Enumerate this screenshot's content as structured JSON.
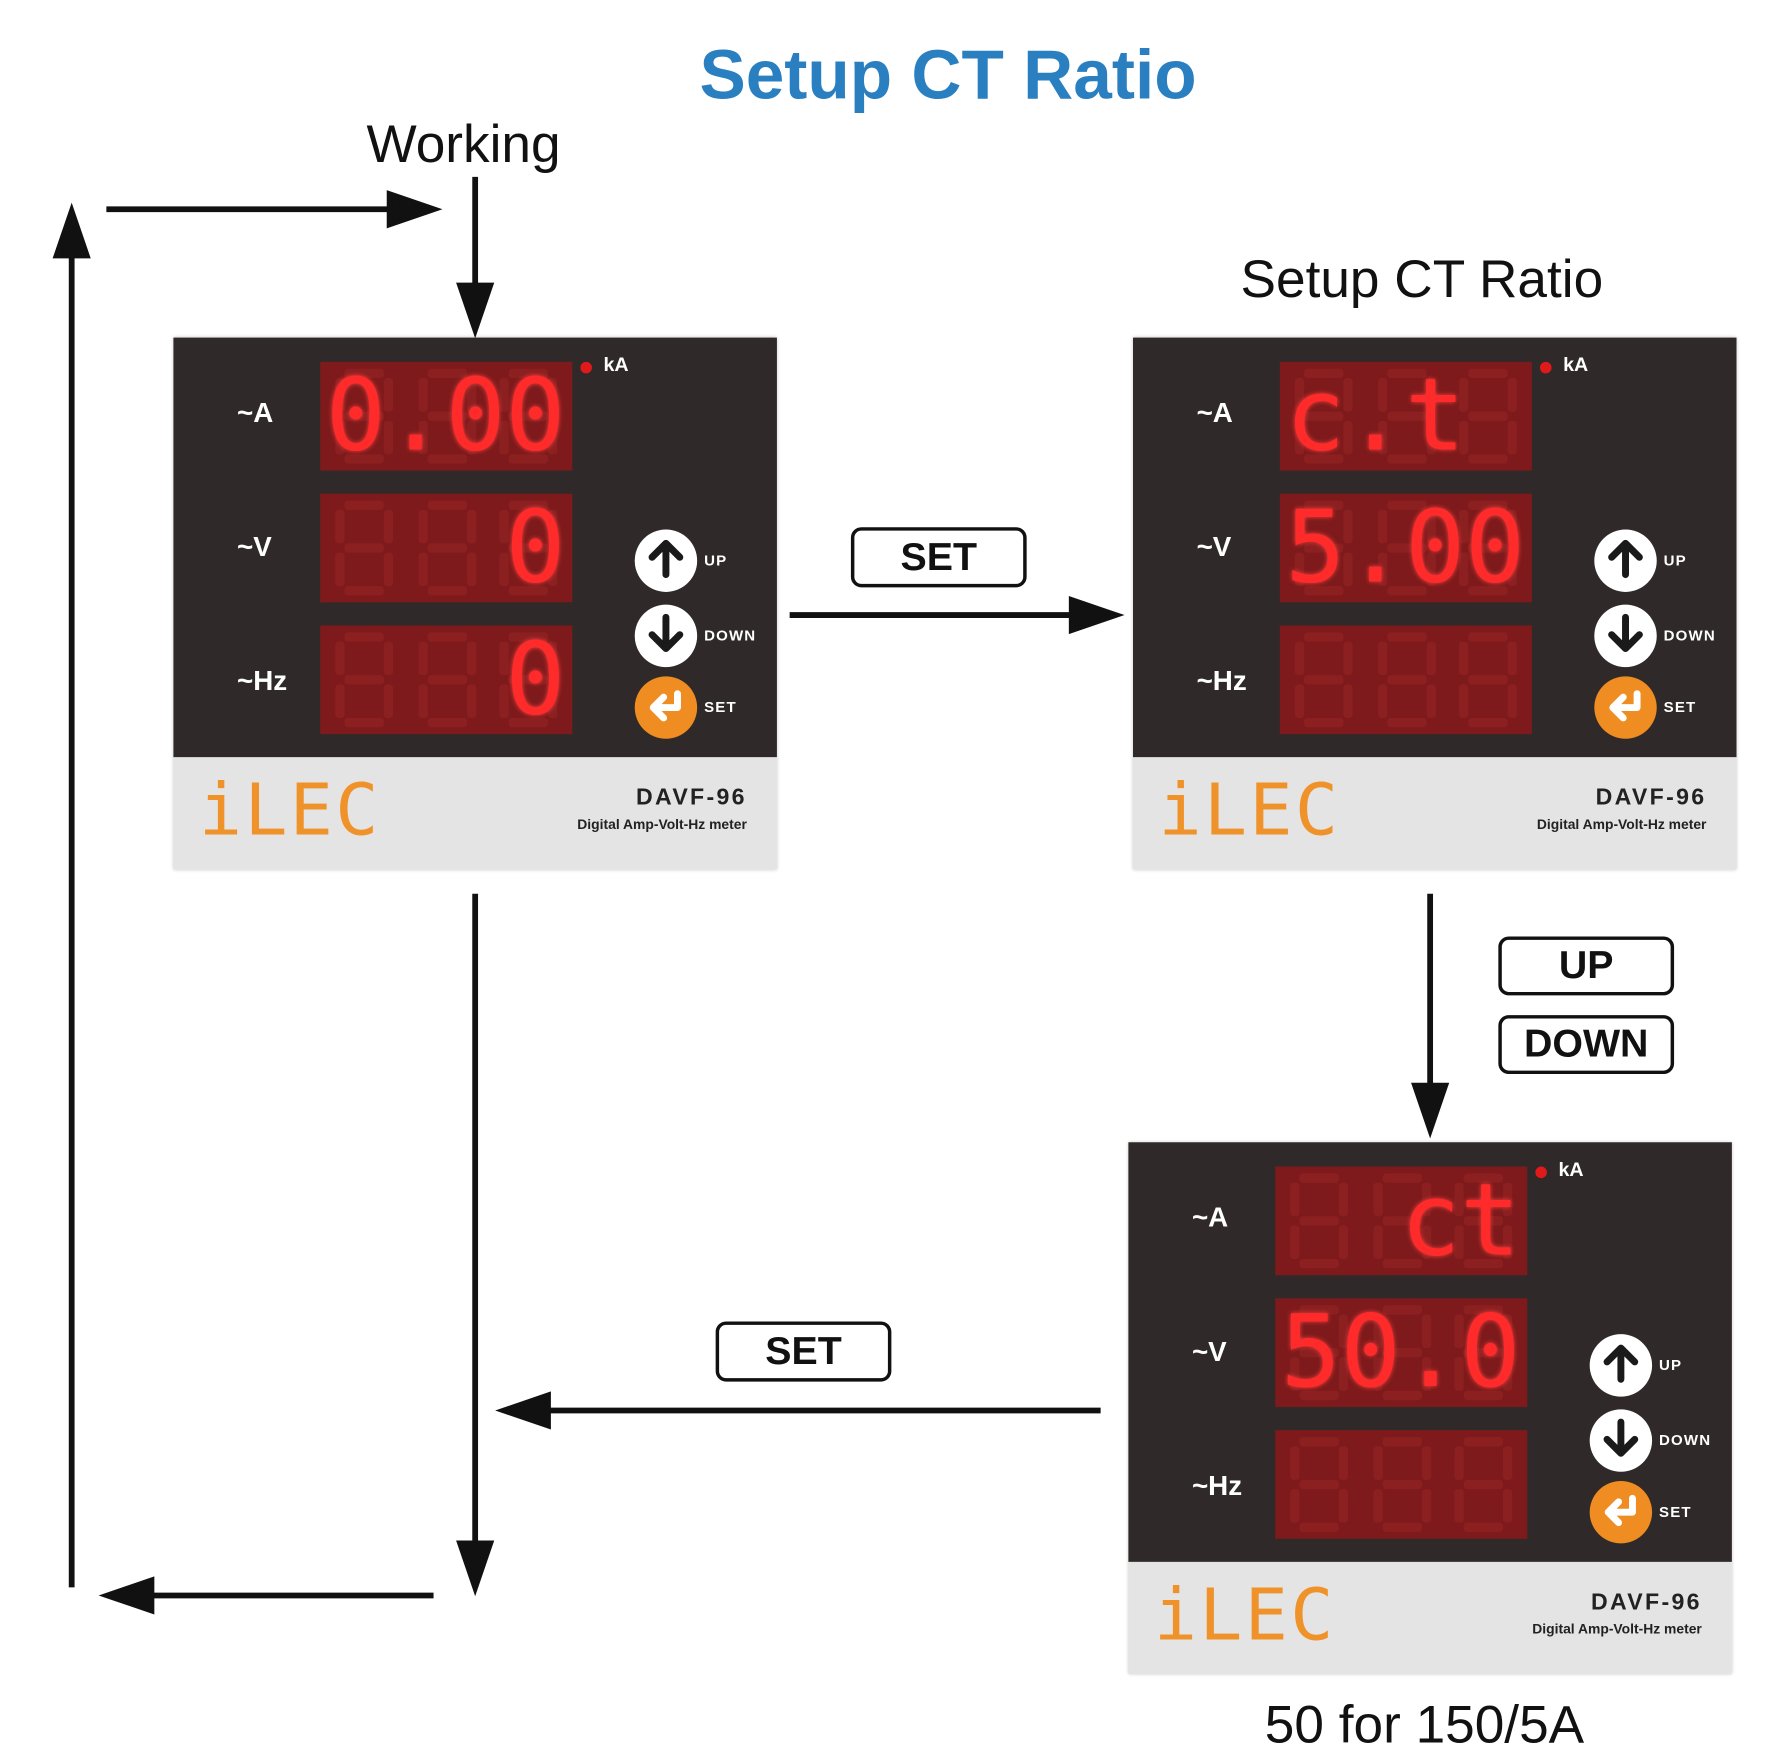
{
  "title": "Setup CT Ratio",
  "labels": {
    "working": "Working",
    "setup_ct_ratio": "Setup CT Ratio",
    "result_note": "50 for 150/5A"
  },
  "buttons": {
    "set_1": "SET",
    "up": "UP",
    "down": "DOWN",
    "set_2": "SET"
  },
  "colors": {
    "title": "#2a7fc1",
    "lit_segment": "#ff2b2b",
    "logo": "#f0922a",
    "set_key": "#ef8c22"
  },
  "meter": {
    "row_labels": [
      "~A",
      "~V",
      "~Hz"
    ],
    "unit_indicator": "kA",
    "keys": [
      "UP",
      "DOWN",
      "SET"
    ],
    "brand": "iLEC",
    "model": "DAVF-96",
    "description": "Digital Amp-Volt-Hz meter"
  },
  "panels": [
    {
      "name": "working",
      "displays": [
        "0.00",
        "  0",
        "  0"
      ]
    },
    {
      "name": "setup-ct",
      "displays": [
        "c.t ",
        "5.00",
        "   "
      ]
    },
    {
      "name": "ct-set-50",
      "displays": [
        " ct",
        "50.0",
        "   "
      ]
    }
  ]
}
